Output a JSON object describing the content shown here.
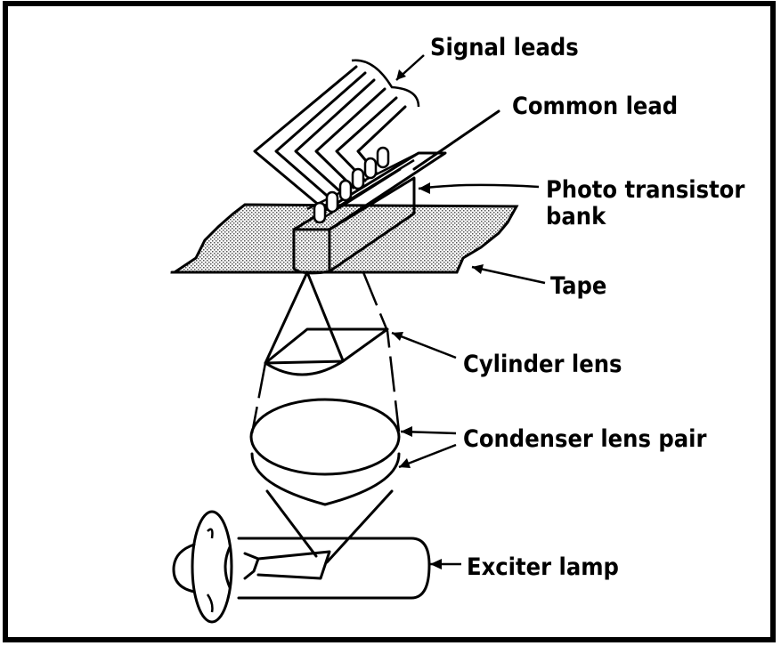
{
  "diagram": {
    "labels": {
      "signal_leads": "Signal leads",
      "common_lead": "Common lead",
      "photo_transistor_bank_line1": "Photo transistor",
      "photo_transistor_bank_line2": "bank",
      "tape": "Tape",
      "cylinder_lens": "Cylinder lens",
      "condenser_lens_pair": "Condenser lens pair",
      "exciter_lamp": "Exciter lamp"
    }
  }
}
